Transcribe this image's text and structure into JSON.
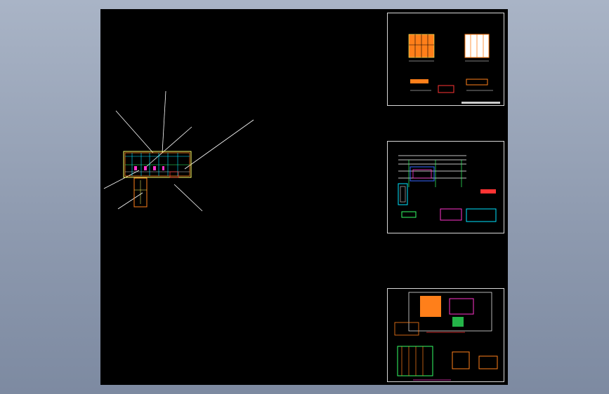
{
  "viewer": {
    "background": "#000000",
    "outer_background": "#8f9bb0"
  },
  "colors": {
    "orange": "#ff7f1a",
    "cyan": "#00e5ff",
    "magenta": "#ff33cc",
    "green": "#33ff66",
    "yellow": "#ffff66",
    "white": "#ffffff",
    "red": "#ff3333",
    "blue": "#3366ff"
  },
  "sheets": [
    {
      "id": "sheet-1"
    },
    {
      "id": "sheet-2"
    },
    {
      "id": "sheet-3"
    }
  ]
}
